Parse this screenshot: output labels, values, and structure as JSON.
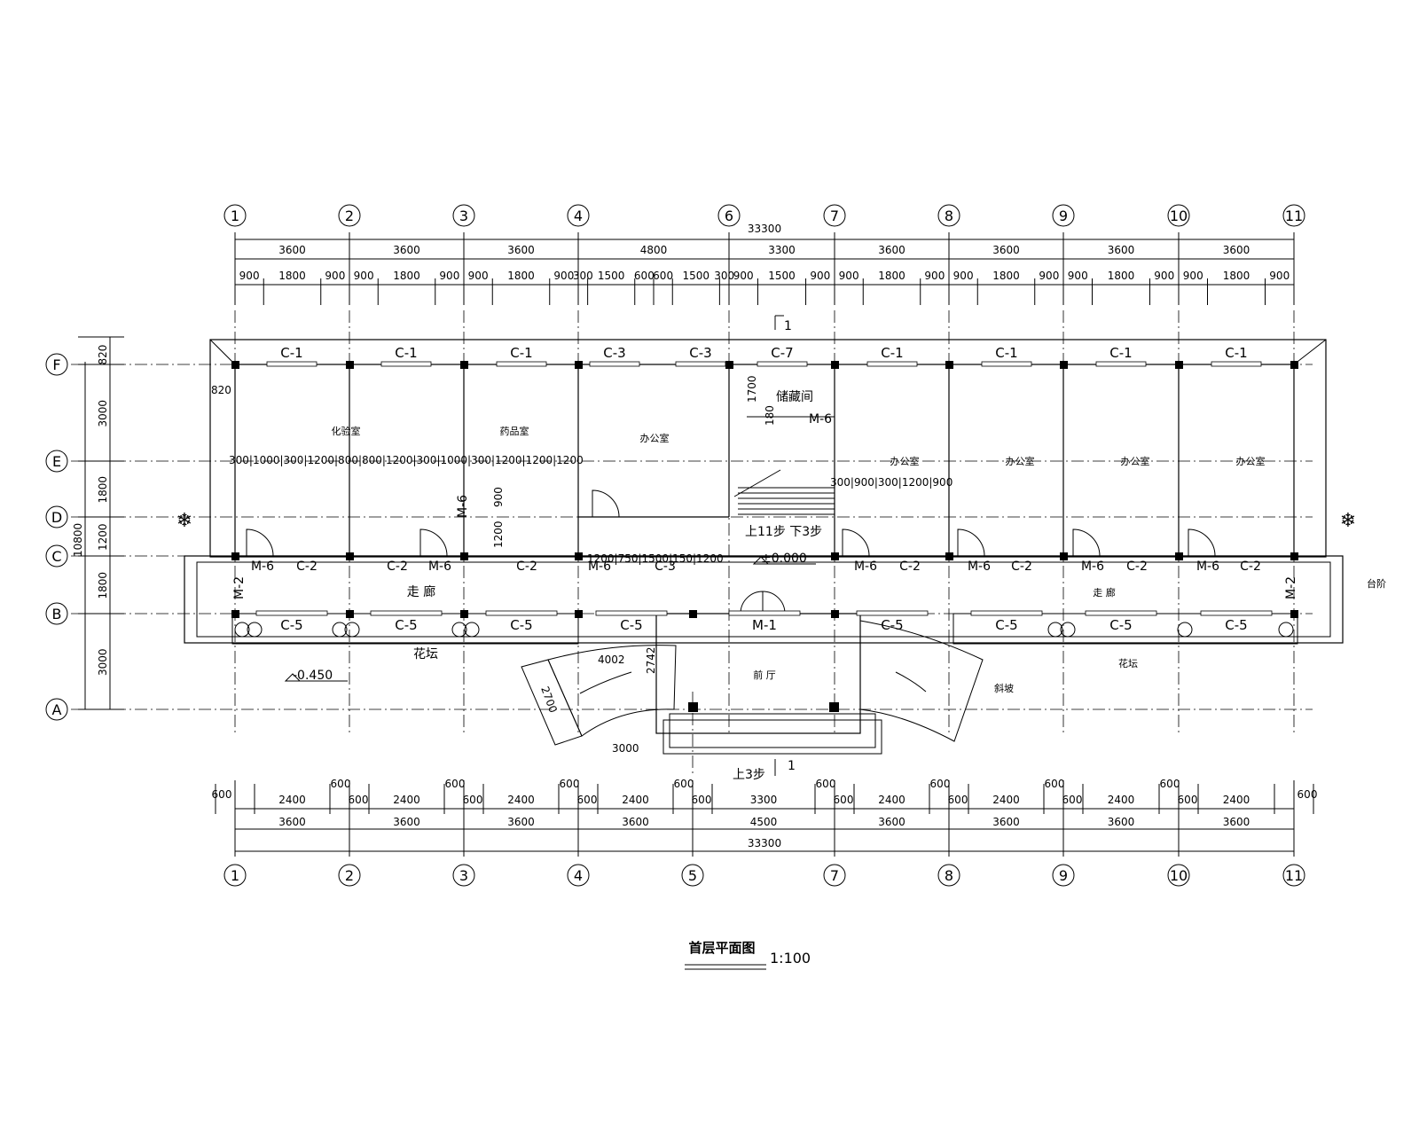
{
  "axes_top": [
    "1",
    "2",
    "3",
    "4",
    "6",
    "7",
    "8",
    "9",
    "10",
    "11"
  ],
  "axes_bottom": [
    "1",
    "2",
    "3",
    "4",
    "5",
    "7",
    "8",
    "9",
    "10",
    "11"
  ],
  "axes_rows": [
    "F",
    "E",
    "D",
    "C",
    "B",
    "A"
  ],
  "dims_top_total": "33300",
  "dims_top_bays": [
    "3600",
    "3600",
    "3600",
    "4800",
    "3300",
    "3600",
    "3600",
    "3600",
    "3600"
  ],
  "dims_top_detail": [
    "900",
    "1800",
    "900",
    "900",
    "1800",
    "900",
    "900",
    "1800",
    "900",
    "300",
    "1500",
    "600",
    "600",
    "1500",
    "300",
    "900",
    "1500",
    "900",
    "900",
    "1800",
    "900",
    "900",
    "1800",
    "900",
    "900",
    "1800",
    "900",
    "900",
    "1800",
    "900"
  ],
  "dims_bottom_detail": [
    "600",
    "2400",
    "600",
    "600",
    "2400",
    "600",
    "600",
    "2400",
    "600",
    "600",
    "2400",
    "600",
    "600",
    "3300",
    "600",
    "600",
    "2400",
    "600",
    "600",
    "2400",
    "600",
    "600",
    "2400",
    "600",
    "600",
    "2400",
    "600"
  ],
  "dims_bottom_bays": [
    "3600",
    "3600",
    "3600",
    "3600",
    "4500",
    "3600",
    "3600",
    "3600",
    "3600"
  ],
  "dims_bottom_total": "33300",
  "dims_left": [
    "820",
    "3000",
    "1800",
    "1200",
    "1800",
    "3000"
  ],
  "dims_left_total": "10800",
  "dims_misc": {
    "d820_inner": "820",
    "d1700": "1700",
    "d180": "180",
    "d900": "900",
    "d1200v": "1200",
    "d4002": "4002",
    "d2742": "2742",
    "d2700": "2700",
    "d3000": "3000",
    "row_e_left": "300|1000|300|1200|800|800|1200|300|1000|300|1200|1200|1200",
    "row_e_right": "300|900|300|1200|900",
    "row_c_mid": "1200|750|1500|150|1200"
  },
  "rooms": {
    "lab": "化验室",
    "pharmacy": "药品室",
    "office": "办公室",
    "storage": "储藏间",
    "corridor": "走  廊",
    "corridor_right": "走 廊",
    "lobby": "前  厅",
    "flower_bed": "花坛",
    "ramp": "斜坡",
    "platform": "台阶"
  },
  "labels": {
    "section_mark": "1",
    "up11_down3": "上11步  下3步",
    "up3": "上3步",
    "elev_0": "±0.000",
    "elev_neg": "-0.450",
    "title": "首层平面图",
    "scale": "1:100"
  },
  "windows_top": [
    "C-1",
    "C-1",
    "C-1",
    "C-3",
    "C-3",
    "C-7",
    "C-1",
    "C-1",
    "C-1",
    "C-1"
  ],
  "windows_c_row": [
    "M-6",
    "C-2",
    "C-2",
    "M-6",
    "C-2",
    "M-6",
    "C-3",
    "M-6",
    "C-2",
    "M-6",
    "C-2",
    "M-6",
    "C-2",
    "M-6",
    "C-2"
  ],
  "windows_b_row": [
    "C-5",
    "C-5",
    "C-5",
    "C-5",
    "M-1",
    "C-5",
    "C-5",
    "C-5",
    "C-5"
  ],
  "doors": [
    "M-2",
    "M-2",
    "M-6",
    "M-6"
  ]
}
